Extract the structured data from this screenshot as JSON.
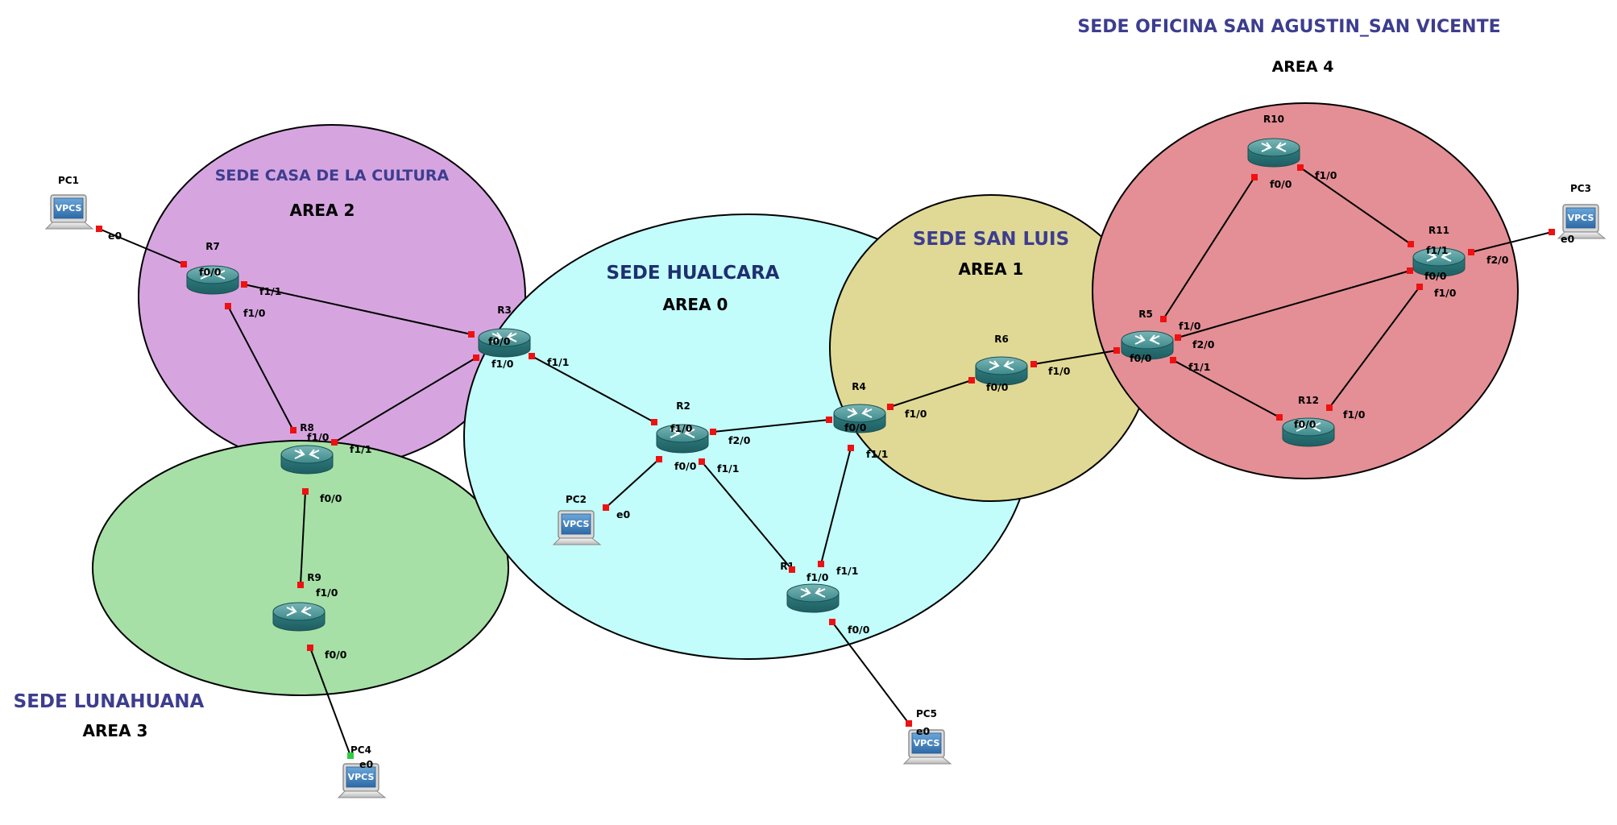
{
  "zones": [
    {
      "id": "area2",
      "title": "SEDE CASA DE LA CULTURA",
      "area": "AREA 2",
      "color": "#d6a5e0",
      "title_color": "#3d3d8f"
    },
    {
      "id": "area3",
      "title": "SEDE LUNAHUANA",
      "area": "AREA 3",
      "color": "#a6e0a6",
      "title_color": "#3d3d8f"
    },
    {
      "id": "area0",
      "title": "SEDE HUALCARA",
      "area": "AREA 0",
      "color": "#c2fdfb",
      "title_color": "#1f2f6f"
    },
    {
      "id": "area1",
      "title": "SEDE SAN LUIS",
      "area": "AREA 1",
      "color": "#e0d995",
      "title_color": "#3d3d8f"
    },
    {
      "id": "area4",
      "title": "SEDE OFICINA SAN AGUSTIN_SAN VICENTE",
      "area": "AREA 4",
      "color": "#e38f95",
      "title_color": "#3d3d8f"
    }
  ],
  "routers": [
    "R1",
    "R2",
    "R3",
    "R4",
    "R5",
    "R6",
    "R7",
    "R8",
    "R9",
    "R10",
    "R11",
    "R12"
  ],
  "pcs": [
    {
      "name": "PC1",
      "badge": "VPCS"
    },
    {
      "name": "PC2",
      "badge": "VPCS"
    },
    {
      "name": "PC3",
      "badge": "VPCS"
    },
    {
      "name": "PC4",
      "badge": "VPCS"
    },
    {
      "name": "PC5",
      "badge": "VPCS"
    }
  ],
  "links": [
    {
      "a": "PC1",
      "pa": "e0",
      "b": "R7",
      "pb": "f0/0"
    },
    {
      "a": "R7",
      "pa": "f1/1",
      "b": "R3",
      "pb": "f0/0"
    },
    {
      "a": "R7",
      "pa": "f1/0",
      "b": "R8",
      "pb": "f1/0"
    },
    {
      "a": "R8",
      "pa": "f1/1",
      "b": "R3",
      "pb": "f1/0"
    },
    {
      "a": "R8",
      "pa": "f0/0",
      "b": "R9",
      "pb": "f1/0"
    },
    {
      "a": "R9",
      "pa": "f0/0",
      "b": "PC4",
      "pb": "e0"
    },
    {
      "a": "R3",
      "pa": "f1/1",
      "b": "R2",
      "pb": "f1/0"
    },
    {
      "a": "R2",
      "pa": "f2/0",
      "b": "R4",
      "pb": "f0/0"
    },
    {
      "a": "R2",
      "pa": "f0/0",
      "b": "PC2",
      "pb": "e0"
    },
    {
      "a": "R2",
      "pa": "f1/1",
      "b": "R1",
      "pb": "f1/0"
    },
    {
      "a": "R4",
      "pa": "f1/1",
      "b": "R1",
      "pb": "f1/1"
    },
    {
      "a": "R1",
      "pa": "f0/0",
      "b": "PC5",
      "pb": "e0"
    },
    {
      "a": "R4",
      "pa": "f1/0",
      "b": "R6",
      "pb": "f0/0"
    },
    {
      "a": "R6",
      "pa": "f1/0",
      "b": "R5",
      "pb": "f0/0"
    },
    {
      "a": "R5",
      "pa": "f1/0",
      "b": "R10",
      "pb": "f0/0"
    },
    {
      "a": "R5",
      "pa": "f2/0",
      "b": "R11",
      "pb": "f0/0"
    },
    {
      "a": "R5",
      "pa": "f1/1",
      "b": "R12",
      "pb": "f0/0"
    },
    {
      "a": "R10",
      "pa": "f1/0",
      "b": "R11",
      "pb": "f1/1"
    },
    {
      "a": "R11",
      "pa": "f1/0",
      "b": "R12",
      "pb": "f1/0"
    },
    {
      "a": "R11",
      "pa": "f2/0",
      "b": "PC3",
      "pb": "e0"
    }
  ]
}
